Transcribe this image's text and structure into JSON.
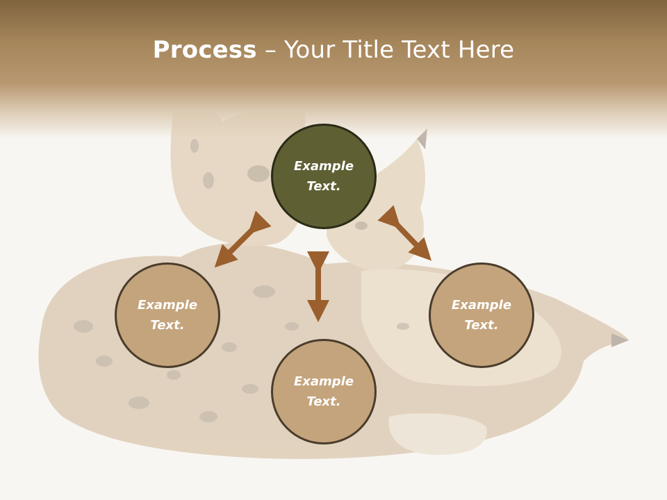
{
  "title": {
    "bold": "Process",
    "dash": " – ",
    "rest": "Your Title Text Here"
  },
  "colors": {
    "accent_node": "#5e5f33",
    "node_fill": "#c4a47c",
    "node_border": "#4a3c2c",
    "arrow": "#9a5f2d",
    "header": "#a5855a"
  },
  "nodes": [
    {
      "label": "Example\nText.",
      "role": "center"
    },
    {
      "label": "Example\nText.",
      "role": "left"
    },
    {
      "label": "Example\nText.",
      "role": "right"
    },
    {
      "label": "Example\nText.",
      "role": "bottom"
    }
  ],
  "background_image": "lynx-with-cub-illustration"
}
